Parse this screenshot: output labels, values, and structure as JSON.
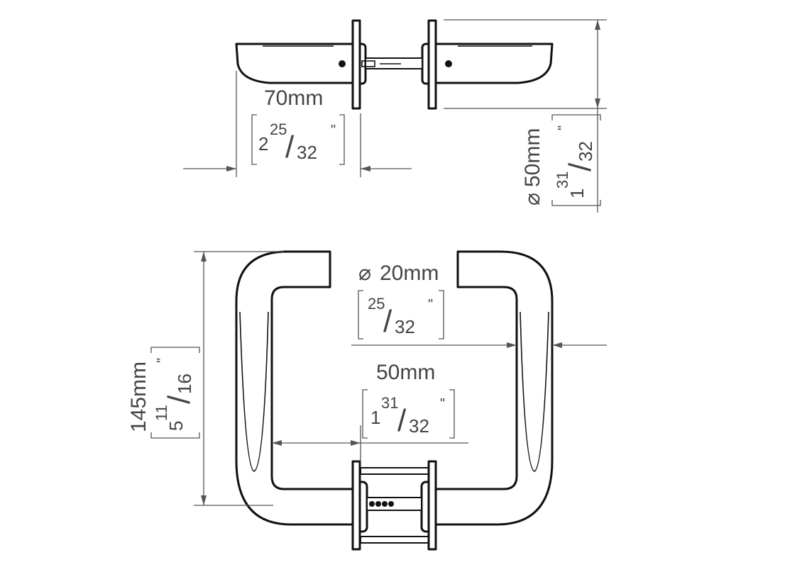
{
  "title": "Door lever handle dimension drawing",
  "dimensions": {
    "rose_spacing": {
      "metric": "70mm",
      "whole": "2",
      "num": "25",
      "den": "32",
      "inch": "\""
    },
    "rose_diameter": {
      "symbol": "⌀",
      "metric": "50mm",
      "whole": "1",
      "num": "31",
      "den": "32",
      "inch": "\""
    },
    "lever_diameter": {
      "symbol": "⌀",
      "metric": "20mm",
      "whole": "",
      "num": "25",
      "den": "32",
      "inch": "\""
    },
    "lever_projection": {
      "metric": "50mm",
      "whole": "1",
      "num": "31",
      "den": "32",
      "inch": "\""
    },
    "lever_length": {
      "metric": "145mm",
      "whole": "5",
      "num": "11",
      "den": "16",
      "inch": "\""
    }
  },
  "colors": {
    "line": "#111111",
    "dimension": "#555555"
  }
}
